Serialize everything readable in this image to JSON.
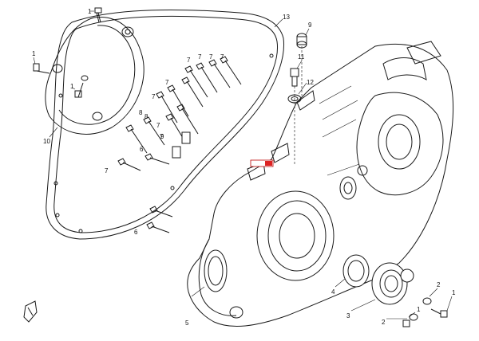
{
  "diagram": {
    "callouts": {
      "c1_top": "1",
      "c1_left": "1",
      "c1_mid": "1",
      "c13": "13",
      "c9": "9",
      "c11": "11",
      "c12": "12",
      "c10": "10",
      "c7a": "7",
      "c7b": "7",
      "c7c": "7",
      "c7d": "7",
      "c7e": "7",
      "c7f": "7",
      "c7g": "7",
      "c8a": "8",
      "c8b": "8",
      "c9b": "9",
      "c6a": "6",
      "c6b": "6",
      "c7h": "7",
      "c7i": "7",
      "c4": "4",
      "c3": "3",
      "c2a": "2",
      "c2b": "2",
      "c1r": "1",
      "c1b": "1",
      "c5": "5"
    }
  }
}
